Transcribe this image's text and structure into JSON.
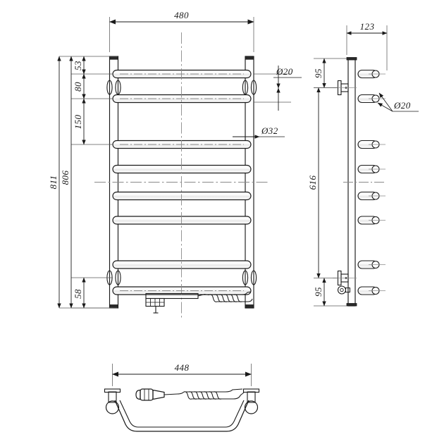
{
  "drawing": {
    "title": "Heated towel rail technical drawing",
    "units": "mm",
    "line_color": "#1a1a1a",
    "thin_color": "#5a5a5a",
    "center_color": "#8a8a8a",
    "views": {
      "front": {
        "name": "front-view",
        "rail_count": 8,
        "bracket_count": 4
      },
      "side": {
        "name": "side-view",
        "rail_count": 8
      },
      "bottom": {
        "name": "bottom-view",
        "has_power_cord": true,
        "has_plug": true
      }
    }
  },
  "dimensions": {
    "front_width": "480",
    "front_total_height": "811",
    "front_body_height": "806",
    "seg_top": "53",
    "seg_second": "80",
    "seg_third": "150",
    "seg_bottom": "58",
    "tube_small": "Ø20",
    "tube_large": "Ø32",
    "side_depth": "123",
    "side_top_offset": "95",
    "side_center_height": "616",
    "side_bottom_offset": "95",
    "side_hole": "Ø20",
    "bottom_width": "448"
  }
}
